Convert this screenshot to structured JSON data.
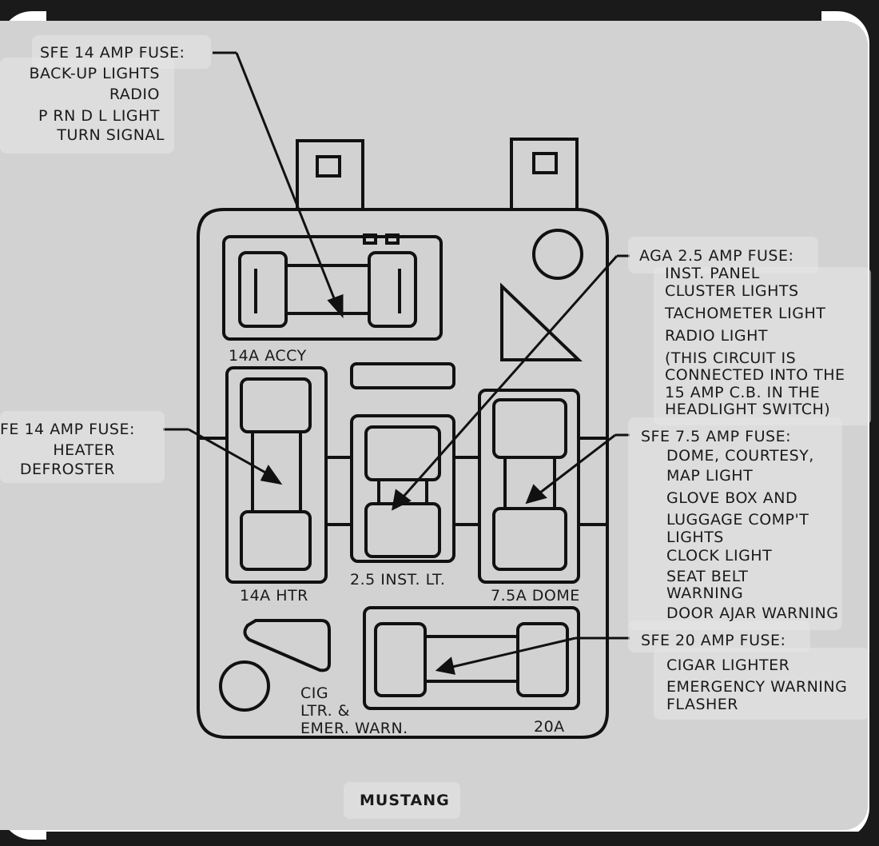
{
  "diagram": {
    "fuses": {
      "accy_label": "14A ACCY",
      "htr_label": "14A HTR",
      "inst_label": "2.5 INST. LT.",
      "dome_label": "7.5A DOME",
      "cig_label_1": "CIG",
      "cig_label_2": "LTR. &",
      "cig_label_3": "EMER. WARN.",
      "cig_amp_label": "20A"
    },
    "callouts": {
      "accy": {
        "title": "SFE 14 AMP FUSE:",
        "lines": [
          "BACK-UP LIGHTS",
          "RADIO",
          "P RN D L LIGHT",
          "TURN SIGNAL"
        ]
      },
      "heater": {
        "title": "FE 14 AMP FUSE:",
        "lines": [
          "HEATER",
          "DEFROSTER"
        ]
      },
      "inst": {
        "title": "AGA 2.5 AMP FUSE:",
        "lines": [
          "INST. PANEL",
          "CLUSTER LIGHTS",
          "TACHOMETER LIGHT",
          "RADIO LIGHT",
          "(THIS CIRCUIT IS",
          "CONNECTED INTO THE",
          "15 AMP C.B. IN THE",
          "HEADLIGHT SWITCH)"
        ]
      },
      "dome": {
        "title": "SFE 7.5 AMP FUSE:",
        "lines": [
          "DOME, COURTESY,",
          "MAP LIGHT",
          "GLOVE BOX AND",
          "LUGGAGE COMP'T",
          "LIGHTS",
          "CLOCK LIGHT",
          "SEAT BELT",
          "WARNING",
          "DOOR AJAR WARNING"
        ]
      },
      "cig": {
        "title": "SFE 20 AMP FUSE:",
        "lines": [
          "CIGAR LIGHTER",
          "EMERGENCY WARNING",
          "FLASHER"
        ]
      }
    },
    "caption": "MUSTANG"
  }
}
